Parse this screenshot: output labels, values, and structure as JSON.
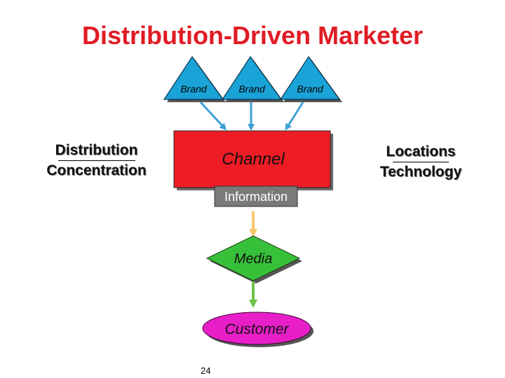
{
  "title": "Distribution-Driven Marketer",
  "brands": [
    "Brand",
    "Brand",
    "Brand"
  ],
  "left_label": {
    "line1": "Distribution",
    "line2": "Concentration"
  },
  "right_label": {
    "line1": "Locations",
    "line2": "Technology"
  },
  "channel": "Channel",
  "information": "Information",
  "media": "Media",
  "customer": "Customer",
  "page_number": "24",
  "colors": {
    "title": "#e01b24",
    "brand": "#1aa3d6",
    "channel": "#ee1c25",
    "information": "#7a7a7a",
    "media": "#37c13a",
    "customer": "#e81fc8",
    "arrow_blue": "#3fa0d6",
    "arrow_yellow": "#f7c66a",
    "arrow_green": "#6cc24a"
  }
}
